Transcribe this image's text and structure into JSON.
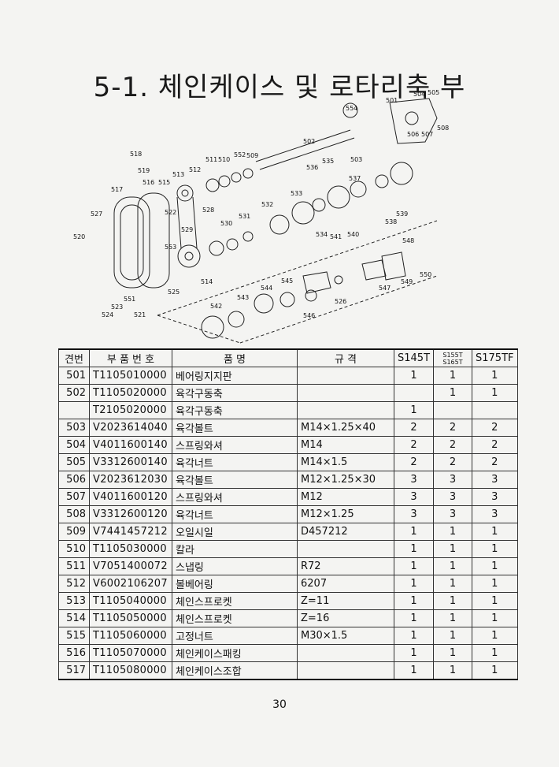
{
  "page": {
    "title": "5-1. 체인케이스 및 로타리축 부",
    "page_number": "30"
  },
  "diagram_callouts": [
    "501",
    "502",
    "503",
    "504",
    "505",
    "506",
    "507",
    "508",
    "509",
    "510",
    "511",
    "512",
    "513",
    "514",
    "515",
    "516",
    "517",
    "518",
    "519",
    "520",
    "521",
    "522",
    "523",
    "524",
    "525",
    "526",
    "527",
    "528",
    "529",
    "530",
    "531",
    "532",
    "533",
    "534",
    "535",
    "536",
    "537",
    "538",
    "539",
    "540",
    "541",
    "542",
    "543",
    "544",
    "545",
    "546",
    "547",
    "548",
    "549",
    "550",
    "551",
    "552",
    "553",
    "554"
  ],
  "table": {
    "headers": {
      "no": "견번",
      "code": "부 품 번 호",
      "name": "품 명",
      "spec": "규 격",
      "q1": "S145T",
      "q2a": "S155T",
      "q2b": "S165T",
      "q3": "S175TF"
    },
    "rows": [
      {
        "no": "501",
        "code": "T1105010000",
        "name": "베어링지지판",
        "spec": "",
        "q1": "1",
        "q2": "1",
        "q3": "1"
      },
      {
        "no": "502",
        "code": "T1105020000",
        "name": "육각구동축",
        "spec": "",
        "q1": "",
        "q2": "1",
        "q3": "1"
      },
      {
        "no": "",
        "code": "T2105020000",
        "name": "육각구동축",
        "spec": "",
        "q1": "1",
        "q2": "",
        "q3": ""
      },
      {
        "no": "503",
        "code": "V2023614040",
        "name": "육각볼트",
        "spec": "M14×1.25×40",
        "q1": "2",
        "q2": "2",
        "q3": "2"
      },
      {
        "no": "504",
        "code": "V4011600140",
        "name": "스프링와셔",
        "spec": "M14",
        "q1": "2",
        "q2": "2",
        "q3": "2"
      },
      {
        "no": "505",
        "code": "V3312600140",
        "name": "육각너트",
        "spec": "M14×1.5",
        "q1": "2",
        "q2": "2",
        "q3": "2"
      },
      {
        "no": "506",
        "code": "V2023612030",
        "name": "육각볼트",
        "spec": "M12×1.25×30",
        "q1": "3",
        "q2": "3",
        "q3": "3"
      },
      {
        "no": "507",
        "code": "V4011600120",
        "name": "스프링와셔",
        "spec": "M12",
        "q1": "3",
        "q2": "3",
        "q3": "3"
      },
      {
        "no": "508",
        "code": "V3312600120",
        "name": "육각너트",
        "spec": "M12×1.25",
        "q1": "3",
        "q2": "3",
        "q3": "3"
      },
      {
        "no": "509",
        "code": "V7441457212",
        "name": "오일시일",
        "spec": "D457212",
        "q1": "1",
        "q2": "1",
        "q3": "1"
      },
      {
        "no": "510",
        "code": "T1105030000",
        "name": "칼라",
        "spec": "",
        "q1": "1",
        "q2": "1",
        "q3": "1"
      },
      {
        "no": "511",
        "code": "V7051400072",
        "name": "스냅링",
        "spec": "R72",
        "q1": "1",
        "q2": "1",
        "q3": "1"
      },
      {
        "no": "512",
        "code": "V6002106207",
        "name": "볼베어링",
        "spec": "6207",
        "q1": "1",
        "q2": "1",
        "q3": "1"
      },
      {
        "no": "513",
        "code": "T1105040000",
        "name": "체인스프로켓",
        "spec": "Z=11",
        "q1": "1",
        "q2": "1",
        "q3": "1"
      },
      {
        "no": "514",
        "code": "T1105050000",
        "name": "체인스프로켓",
        "spec": "Z=16",
        "q1": "1",
        "q2": "1",
        "q3": "1"
      },
      {
        "no": "515",
        "code": "T1105060000",
        "name": "고정너트",
        "spec": "M30×1.5",
        "q1": "1",
        "q2": "1",
        "q3": "1"
      },
      {
        "no": "516",
        "code": "T1105070000",
        "name": "체인케이스패킹",
        "spec": "",
        "q1": "1",
        "q2": "1",
        "q3": "1"
      },
      {
        "no": "517",
        "code": "T1105080000",
        "name": "체인케이스조합",
        "spec": "",
        "q1": "1",
        "q2": "1",
        "q3": "1"
      }
    ]
  }
}
